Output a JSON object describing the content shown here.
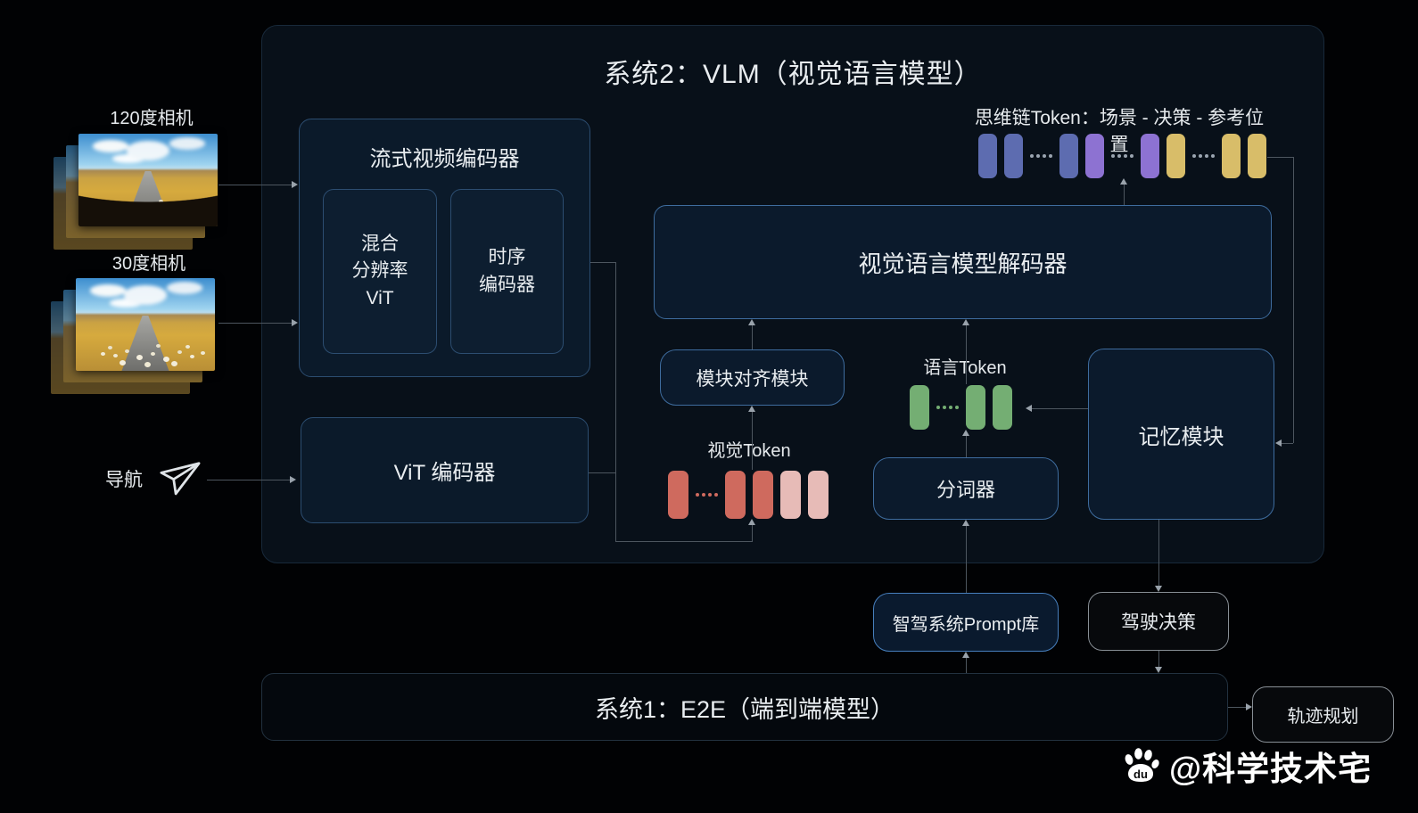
{
  "system2": {
    "title": "系统2：VLM（视觉语言模型）",
    "boxes": {
      "stream_encoder": "流式视频编码器",
      "mixed_vit": "混合\n分辨率\nViT",
      "temporal_encoder": "时序\n编码器",
      "vit_encoder": "ViT 编码器",
      "alignment": "模块对齐模块",
      "decoder": "视觉语言模型解码器",
      "tokenizer": "分词器",
      "memory": "记忆模块"
    },
    "cot": {
      "label": "思维链Token：场景 - 决策 - 参考位置",
      "tokens": [
        "blue",
        "blue",
        "dots",
        "blue",
        "purple",
        "dots",
        "purple",
        "yellow",
        "dots",
        "yellow",
        "yellow"
      ]
    },
    "visual_tokens": {
      "label": "视觉Token",
      "tokens": [
        "red",
        "dots",
        "red",
        "red",
        "pink",
        "pink"
      ]
    },
    "language_tokens": {
      "label": "语言Token",
      "tokens": [
        "green",
        "dots",
        "green",
        "green"
      ]
    }
  },
  "inputs": {
    "camera120_label": "120度相机",
    "camera30_label": "30度相机",
    "navigation_label": "导航"
  },
  "bottom": {
    "prompt_library": "智驾系统Prompt库",
    "driving_decision": "驾驶决策",
    "trajectory": "轨迹规划"
  },
  "system1": {
    "title": "系统1：E2E（端到端模型）"
  },
  "watermark": {
    "text": "@科学技术宅",
    "icon": "baidu-paw-icon"
  },
  "colors": {
    "token_blue": "#5d6cb0",
    "token_purple": "#8d72d2",
    "token_yellow": "#d8bd69",
    "token_green": "#74ae73",
    "token_red": "#cf6a5e",
    "token_pink": "#e7bbb7",
    "dots_gray": "#9aa4b0"
  }
}
